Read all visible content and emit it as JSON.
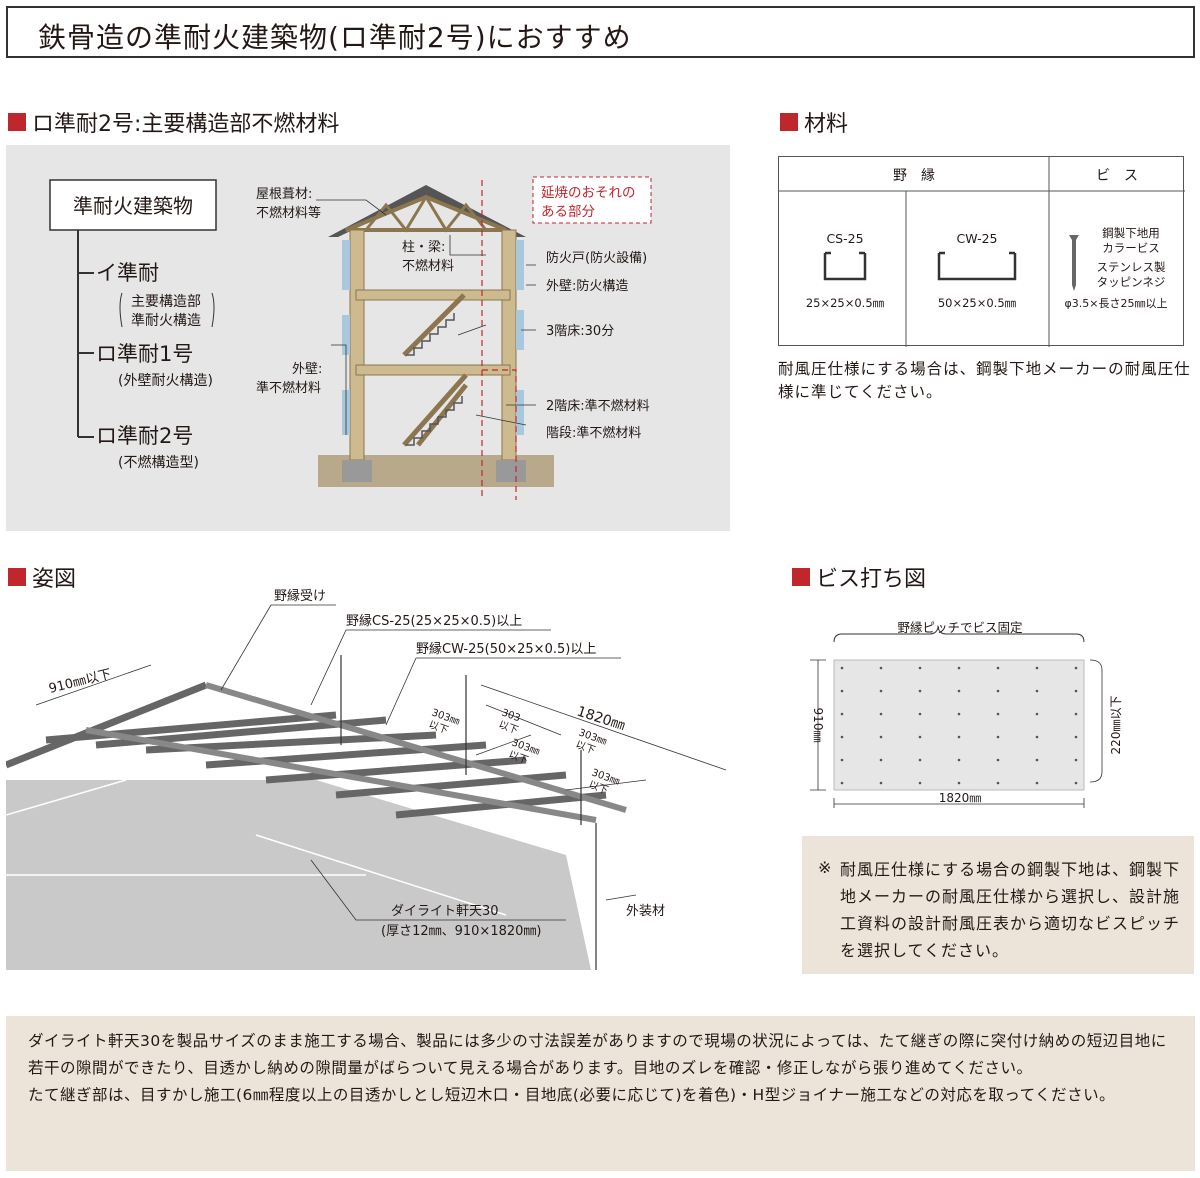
{
  "title": "鉄骨造の準耐火建築物(ロ準耐2号)におすすめ",
  "section1": {
    "heading": "ロ準耐2号:主要構造部不燃材料",
    "tree": {
      "root": "準耐火建築物",
      "i_label": "イ準耐",
      "i_sub1": "主要構造部",
      "i_sub2": "準耐火構造",
      "ro1_label": "ロ準耐1号",
      "ro1_sub": "(外壁耐火構造)",
      "ro2_label": "ロ準耐2号",
      "ro2_sub": "(不燃構造型)"
    },
    "diagram_labels": {
      "roof1": "屋根葺材:",
      "roof2": "不燃材料等",
      "fire1": "延焼のおそれの",
      "fire2": "ある部分",
      "pillar1": "柱・梁:",
      "pillar2": "不燃材料",
      "door": "防火戸(防火設備)",
      "outer_wall_r": "外壁:防火構造",
      "floor3": "3階床:30分",
      "outer_wall_l1": "外壁:",
      "outer_wall_l2": "準不燃材料",
      "floor2": "2階床:準不燃材料",
      "stairs": "階段:準不燃材料"
    }
  },
  "section2": {
    "heading": "材料",
    "col1": "野　縁",
    "col2": "ビ　ス",
    "cs_name": "CS-25",
    "cs_size": "25×25×0.5㎜",
    "cw_name": "CW-25",
    "cw_size": "50×25×0.5㎜",
    "screw1": "鋼製下地用",
    "screw2": "カラービス",
    "screw3": "ステンレス製",
    "screw4": "タッピンネジ",
    "screw_size": "φ3.5×長さ25㎜以上",
    "note": "耐風圧仕様にする場合は、鋼製下地メーカーの耐風圧仕様に準じてください。"
  },
  "section3": {
    "heading": "姿図",
    "labels": {
      "receiver": "野縁受け",
      "cs": "野縁CS-25(25×25×0.5)以上",
      "cw": "野縁CW-25(50×25×0.5)以上",
      "span910": "910㎜以下",
      "len1820": "1820㎜",
      "p303a": "303㎜",
      "p303a2": "以下",
      "p303b": "303",
      "p303b2": "以下",
      "p303c": "303㎜",
      "p303c2": "以下",
      "p303d": "303㎜",
      "p303d2": "以下",
      "p303e": "303㎜",
      "p303e2": "以下",
      "product1": "ダイライト軒天30",
      "product2": "(厚さ12㎜、910×1820㎜)",
      "exterior": "外装材"
    }
  },
  "section4": {
    "heading": "ビス打ち図",
    "pitch_label": "野縁ピッチでビス固定",
    "width_label": "1820㎜",
    "height_label": "910㎜",
    "spacing_label": "220㎜以下"
  },
  "note_box": {
    "mark": "※",
    "text": "耐風圧仕様にする場合の鋼製下地は、鋼製下地メーカーの耐風圧仕様から選択し、設計施工資料の設計耐風圧表から適切なビスピッチを選択してください。"
  },
  "bottom_text": "ダイライト軒天30を製品サイズのまま施工する場合、製品には多少の寸法誤差がありますので現場の状況によっては、たて継ぎの際に突付け納めの短辺目地に若干の隙間ができたり、目透かし納めの隙間量がばらついて見える場合があります。目地のズレを確認・修正しながら張り進めてください。\nたて継ぎ部は、目すかし施工(6㎜程度以上の目透かしとし短辺木口・目地底(必要に応じて)を着色)・H型ジョイナー施工などの対応を取ってください。",
  "colors": {
    "accent": "#c0272d",
    "panel_gray": "#e6e6e6",
    "note_beige": "#ece3d9"
  }
}
